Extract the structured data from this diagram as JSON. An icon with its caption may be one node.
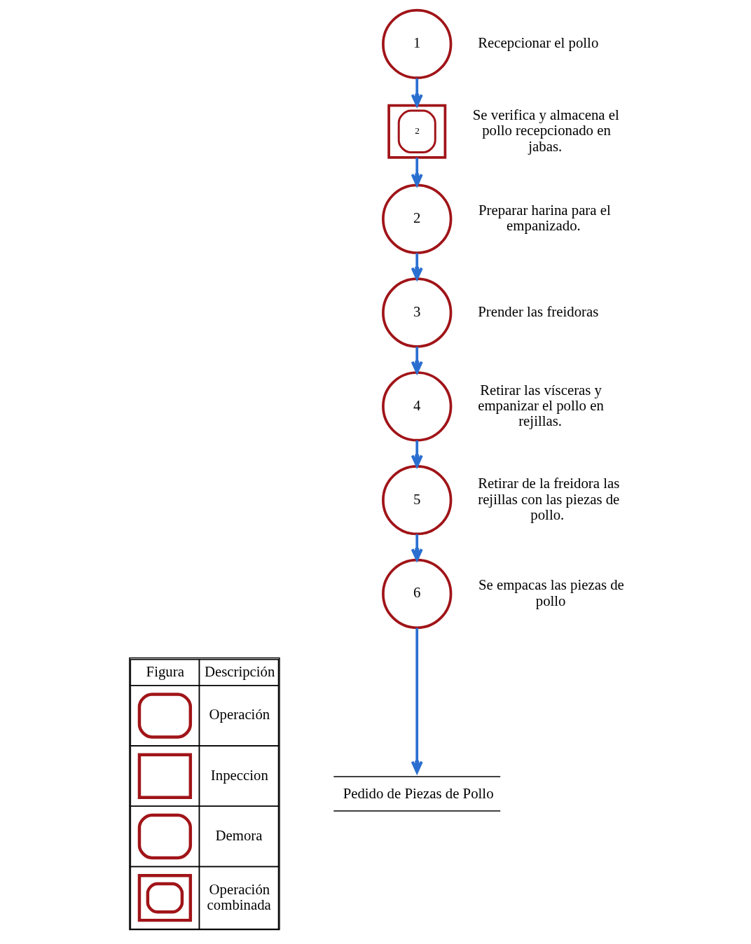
{
  "diagram": {
    "nodes": [
      {
        "text": [
          "1"
        ],
        "beside": [
          "Recepcionar el pollo"
        ]
      },
      {
        "text": [
          "2"
        ],
        "beside": [
          "Se verifica y almacena el pollo recepcionado en jabas."
        ]
      },
      {
        "text": [
          "2"
        ],
        "beside": [
          "Preparar harina para el empanizado."
        ]
      },
      {
        "text": [
          "3"
        ],
        "beside": [
          "Prender las freidoras"
        ]
      },
      {
        "text": [
          "4"
        ],
        "beside": [
          "Retirar las vísceras y empanizar el pollo en rejillas."
        ]
      },
      {
        "text": [
          "5"
        ],
        "beside": [
          "Retirar de la freidora las rejillas con las piezas de pollo."
        ]
      },
      {
        "text": [
          "6"
        ],
        "beside": [
          "Se empacas las piezas de pollo"
        ]
      },
      {
        "text": [
          "Pedido de Piezas de Pollo"
        ]
      }
    ],
    "edges": [
      {
        "from": 0,
        "to": 1,
        "arrow": "to"
      },
      {
        "from": 1,
        "to": 2,
        "arrow": "to"
      },
      {
        "from": 2,
        "to": 3,
        "arrow": "to"
      },
      {
        "from": 3,
        "to": 4,
        "arrow": "to"
      },
      {
        "from": 4,
        "to": 5,
        "arrow": "to"
      },
      {
        "from": 5,
        "to": 6,
        "arrow": "to"
      },
      {
        "from": 6,
        "to": 7,
        "arrow": "to"
      }
    ],
    "labels": [
      "Figura",
      "Descripción"
    ],
    "legend": [
      {
        "text": "Operación"
      },
      {
        "text": "Inpeccion"
      },
      {
        "text": "Demora"
      },
      {
        "text": "Operación combinada"
      }
    ]
  }
}
